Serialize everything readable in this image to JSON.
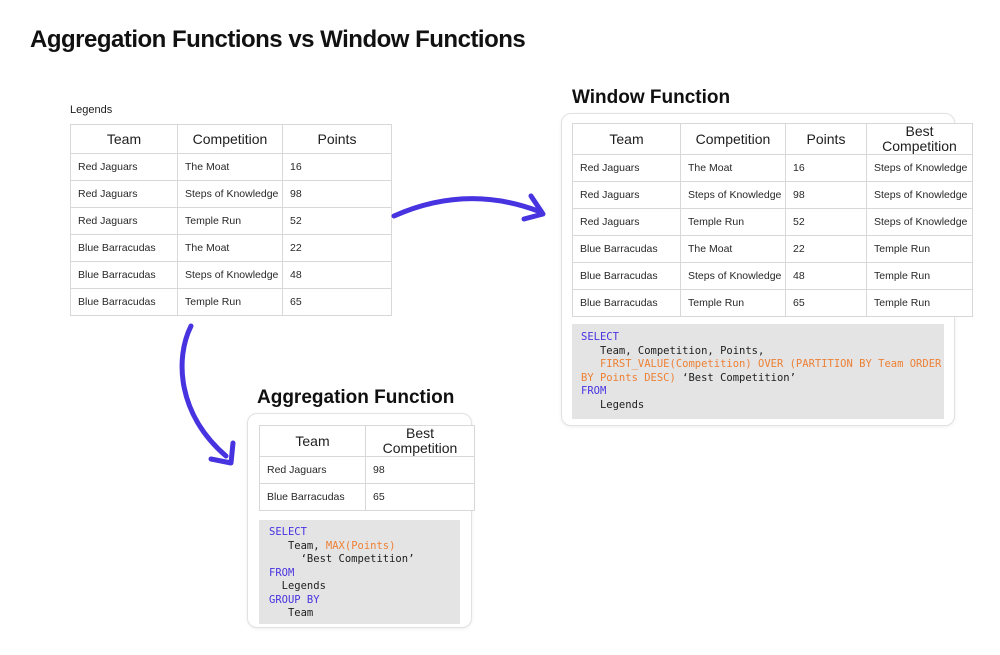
{
  "page_title": "Aggregation Functions vs Window Functions",
  "colors": {
    "sql_keyword_blue": "#4733E0",
    "sql_function_orange": "#ED8136",
    "arrow_blue": "#4733E0",
    "code_background": "#E4E4E4",
    "table_border": "#D8D8D8"
  },
  "legends": {
    "label": "Legends",
    "table": {
      "headers": [
        "Team",
        "Competition",
        "Points"
      ],
      "rows": [
        [
          "Red Jaguars",
          "The Moat",
          "16"
        ],
        [
          "Red Jaguars",
          "Steps of Knowledge",
          "98"
        ],
        [
          "Red Jaguars",
          "Temple Run",
          "52"
        ],
        [
          "Blue Barracudas",
          "The Moat",
          "22"
        ],
        [
          "Blue Barracudas",
          "Steps of Knowledge",
          "48"
        ],
        [
          "Blue Barracudas",
          "Temple Run",
          "65"
        ]
      ]
    }
  },
  "window_function": {
    "title": "Window Function",
    "table": {
      "headers": [
        "Team",
        "Competition",
        "Points",
        "Best Competition"
      ],
      "rows": [
        [
          "Red Jaguars",
          "The Moat",
          "16",
          "Steps of Knowledge"
        ],
        [
          "Red Jaguars",
          "Steps of Knowledge",
          "98",
          "Steps of Knowledge"
        ],
        [
          "Red Jaguars",
          "Temple Run",
          "52",
          "Steps of Knowledge"
        ],
        [
          "Blue Barracudas",
          "The Moat",
          "22",
          "Temple Run"
        ],
        [
          "Blue Barracudas",
          "Steps of Knowledge",
          "48",
          "Temple Run"
        ],
        [
          "Blue Barracudas",
          "Temple Run",
          "65",
          "Temple Run"
        ]
      ]
    },
    "sql": [
      [
        {
          "t": "SELECT",
          "c": "kw"
        }
      ],
      [
        {
          "t": "   Team, Competition, Points,",
          "c": "plain"
        }
      ],
      [
        {
          "t": "   ",
          "c": "plain"
        },
        {
          "t": "FIRST_VALUE(Competition) OVER (PARTITION BY Team ORDER",
          "c": "fn"
        }
      ],
      [
        {
          "t": "BY Points DESC)",
          "c": "fn"
        },
        {
          "t": " ‘Best Competition’",
          "c": "plain"
        }
      ],
      [
        {
          "t": "FROM",
          "c": "kw"
        }
      ],
      [
        {
          "t": "   Legends",
          "c": "plain"
        }
      ]
    ]
  },
  "aggregation_function": {
    "title": "Aggregation Function",
    "table": {
      "headers": [
        "Team",
        "Best Competition"
      ],
      "rows": [
        [
          "Red Jaguars",
          "98"
        ],
        [
          "Blue Barracudas",
          "65"
        ]
      ]
    },
    "sql": [
      [
        {
          "t": "SELECT",
          "c": "kw"
        }
      ],
      [
        {
          "t": "   Team, ",
          "c": "plain"
        },
        {
          "t": "MAX(Points)",
          "c": "fn"
        }
      ],
      [
        {
          "t": "     ‘Best Competition’",
          "c": "plain"
        }
      ],
      [
        {
          "t": "FROM",
          "c": "kw"
        }
      ],
      [
        {
          "t": "  Legends",
          "c": "plain"
        }
      ],
      [
        {
          "t": "GROUP BY",
          "c": "kw"
        }
      ],
      [
        {
          "t": "   Team",
          "c": "plain"
        }
      ]
    ]
  }
}
